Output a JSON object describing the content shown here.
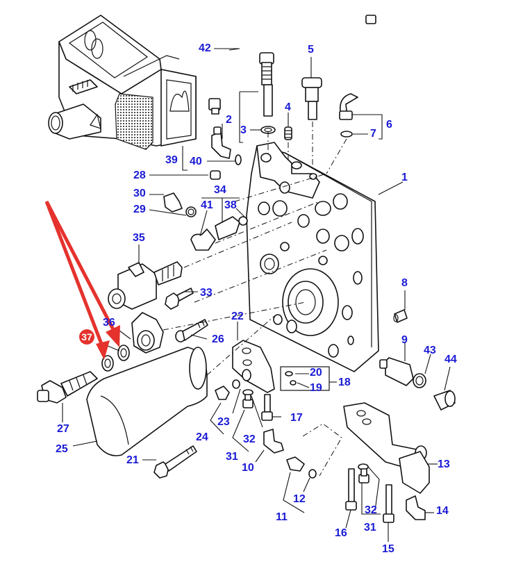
{
  "diagram": {
    "type": "exploded-parts-diagram",
    "subject": "hydraulic control valve block assembly",
    "label_color": "#1a1ad6",
    "line_color": "#111111",
    "highlight_color": "#e5322d",
    "labels": {
      "p1": "1",
      "p2": "2",
      "p3": "3",
      "p4": "4",
      "p5": "5",
      "p6": "6",
      "p7": "7",
      "p8": "8",
      "p9": "9",
      "p10": "10",
      "p11": "11",
      "p12": "12",
      "p13": "13",
      "p14": "14",
      "p15": "15",
      "p16": "16",
      "p17": "17",
      "p18": "18",
      "p19": "19",
      "p20": "20",
      "p21": "21",
      "p22": "22",
      "p23": "23",
      "p24": "24",
      "p25": "25",
      "p26": "26",
      "p27": "27",
      "p28": "28",
      "p29": "29",
      "p30": "30",
      "p31a": "31",
      "p31b": "31",
      "p32a": "32",
      "p32b": "32",
      "p33": "33",
      "p34": "34",
      "p35": "35",
      "p36": "36",
      "p38": "38",
      "p39": "39",
      "p40": "40",
      "p41": "41",
      "p42": "42",
      "p43": "43",
      "p44": "44"
    },
    "highlight": {
      "marker_label": "37",
      "description": "Two red arrows pointing at sealing rings 36 and 37"
    }
  }
}
